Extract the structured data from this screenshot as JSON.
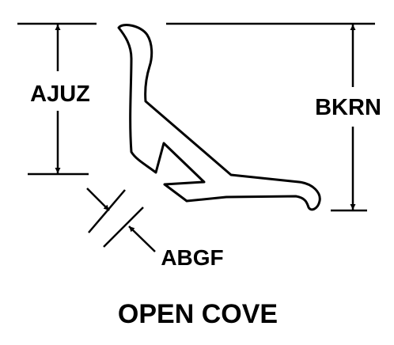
{
  "diagram": {
    "title": "OPEN COVE",
    "labels": {
      "left_height": "AJUZ",
      "right_height": "BKRN",
      "thickness": "ABGF"
    },
    "colors": {
      "stroke": "#000000",
      "background": "#ffffff"
    }
  }
}
